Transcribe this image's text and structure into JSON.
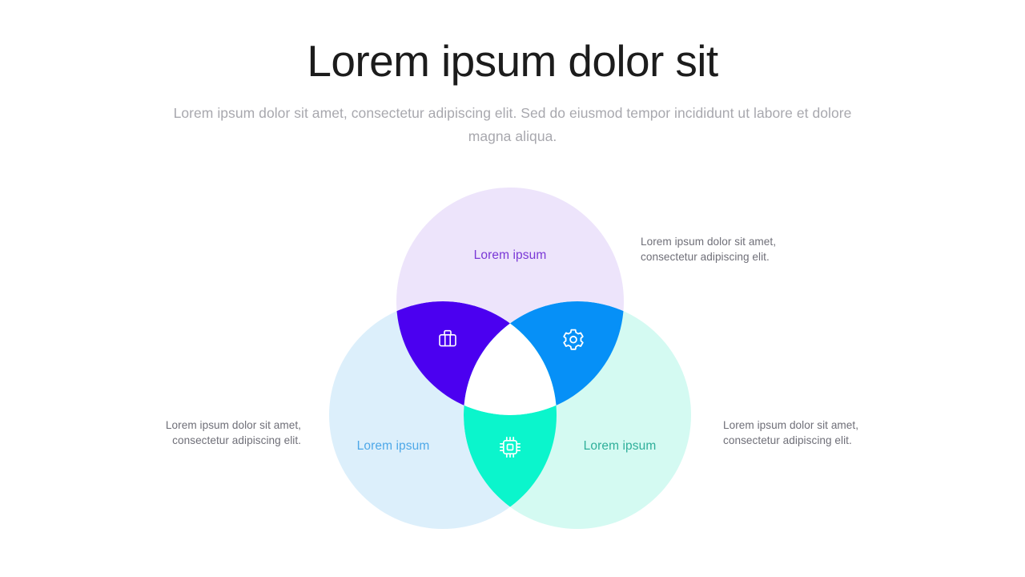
{
  "header": {
    "title": "Lorem ipsum dolor sit",
    "subtitle": "Lorem ipsum dolor sit amet, consectetur adipiscing elit. Sed do eiusmod tempor incididunt ut labore et dolore magna aliqua."
  },
  "venn": {
    "circles": [
      {
        "id": "top",
        "label": "Lorem ipsum",
        "fill": "#EDE4FB",
        "text_color": "#7A38D6"
      },
      {
        "id": "left",
        "label": "Lorem ipsum",
        "fill": "#DCEFFB",
        "text_color": "#4EA8E8"
      },
      {
        "id": "right",
        "label": "Lorem ipsum",
        "fill": "#D4FAF2",
        "text_color": "#2FAF9A"
      }
    ],
    "lenses": [
      {
        "id": "top-left",
        "icon": "briefcase-icon",
        "fill": "#4B00F0",
        "icon_color": "#ffffff"
      },
      {
        "id": "top-right",
        "icon": "gear-icon",
        "fill": "#0690F7",
        "icon_color": "#ffffff"
      },
      {
        "id": "bottom",
        "icon": "cpu-chip-icon",
        "fill": "#0BF5CC",
        "icon_color": "#ffffff"
      }
    ],
    "center_fill": "#FFFFFF"
  },
  "callouts": {
    "top_right": "Lorem ipsum dolor sit amet, consectetur adipiscing elit.",
    "left": "Lorem ipsum dolor sit amet, consectetur adipiscing elit.",
    "right": "Lorem ipsum dolor sit amet, consectetur adipiscing elit."
  }
}
